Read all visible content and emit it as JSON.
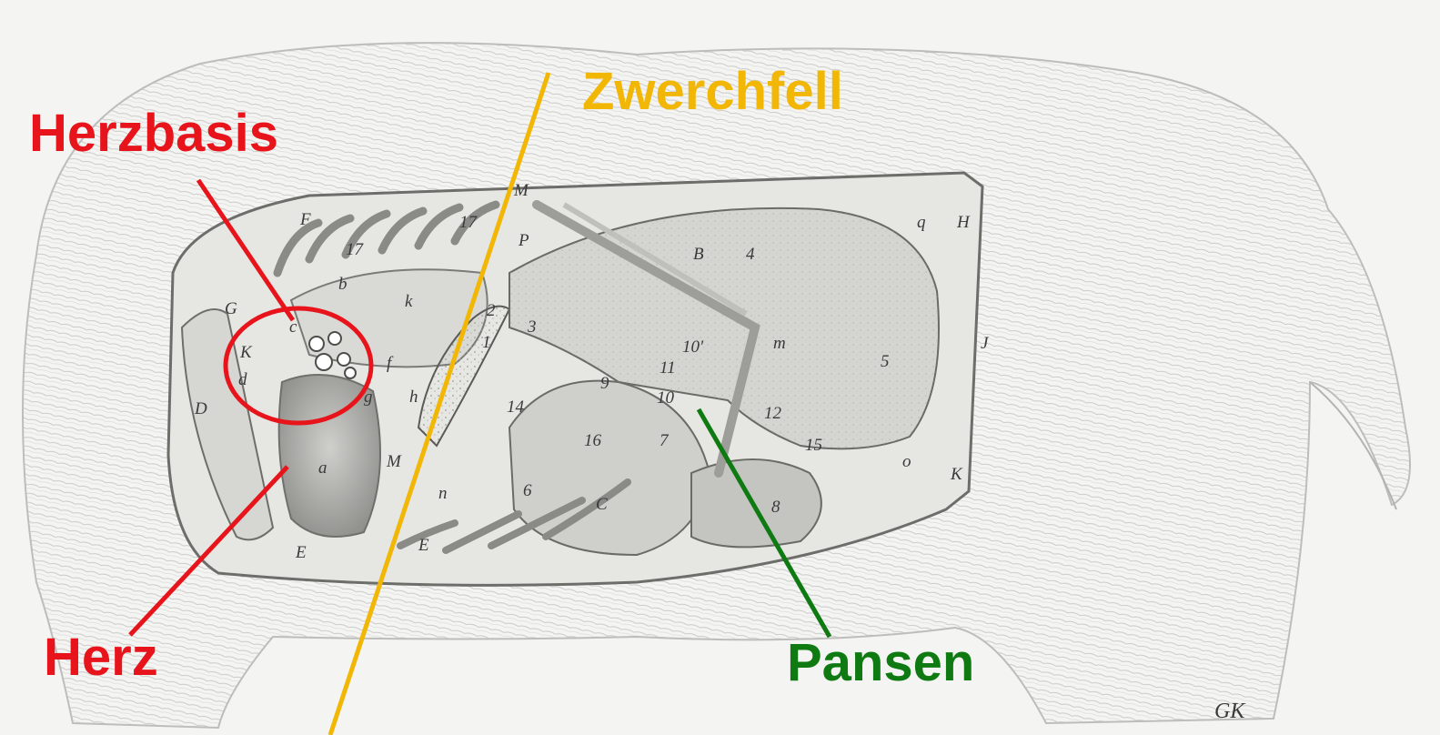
{
  "labels": {
    "herzbasis": "Herzbasis",
    "zwerchfell": "Zwerchfell",
    "herz": "Herz",
    "pansen": "Pansen"
  },
  "colors": {
    "herz": "#e8141b",
    "zwerchfell": "#f2b705",
    "pansen": "#0f7a12"
  },
  "anatomy_letters": [
    "F",
    "17",
    "M",
    "P",
    "q",
    "H",
    "G",
    "K",
    "d",
    "b",
    "k",
    "c",
    "f",
    "g",
    "h",
    "D",
    "a",
    "E",
    "E",
    "n",
    "M",
    "B",
    "4",
    "2",
    "3",
    "1",
    "10'",
    "m",
    "5",
    "J",
    "11",
    "9",
    "10",
    "14",
    "12",
    "16",
    "7",
    "15",
    "o",
    "K",
    "6",
    "C",
    "8",
    "17"
  ],
  "signature": "GK"
}
